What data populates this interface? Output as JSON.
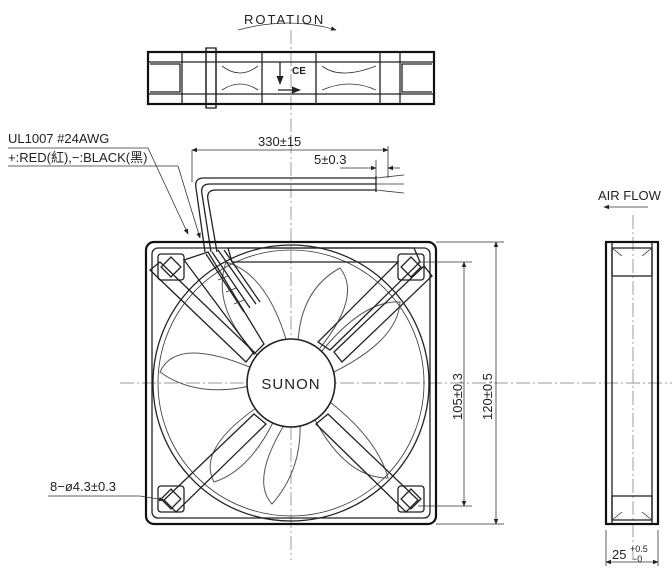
{
  "labels": {
    "rotation": "ROTATION",
    "air_flow": "AIR FLOW",
    "wire_spec": "UL1007  #24AWG",
    "wire_colors": "+:RED(紅),−:BLACK(黑)",
    "cable_length": "330±15",
    "strip_length": "5±0.3",
    "hole_spacing": "105±0.3",
    "frame_size": "120±0.5",
    "mount_holes": "8−ø4.3±0.3",
    "hub_brand": "SUNON",
    "thickness_main": "25",
    "thickness_tol_plus": "+0.5",
    "thickness_tol_minus": "−0",
    "ce_mark": "CE"
  }
}
